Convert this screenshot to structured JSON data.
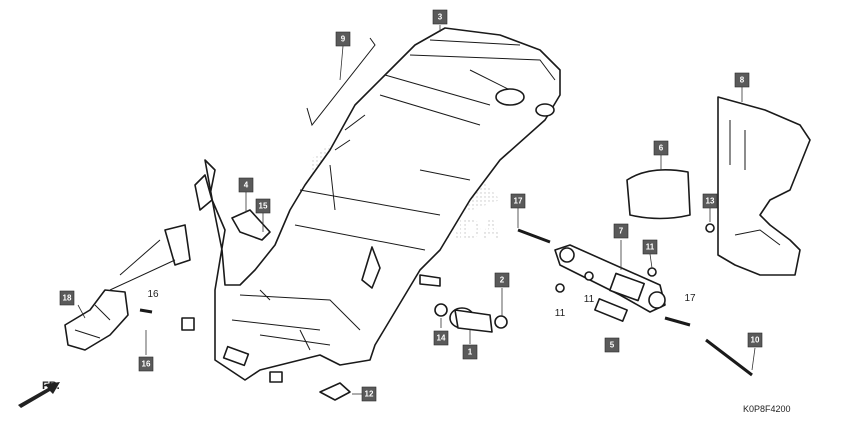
{
  "diagram": {
    "callouts": [
      {
        "id": "c3",
        "label": "3"
      },
      {
        "id": "c9",
        "label": "9"
      },
      {
        "id": "c8",
        "label": "8"
      },
      {
        "id": "c6",
        "label": "6"
      },
      {
        "id": "c4",
        "label": "4"
      },
      {
        "id": "c15",
        "label": "15"
      },
      {
        "id": "c17",
        "label": "17"
      },
      {
        "id": "c13",
        "label": "13"
      },
      {
        "id": "c7",
        "label": "7"
      },
      {
        "id": "c11",
        "label": "11"
      },
      {
        "id": "c2",
        "label": "2"
      },
      {
        "id": "c18",
        "label": "18"
      },
      {
        "id": "c14",
        "label": "14"
      },
      {
        "id": "c1",
        "label": "1"
      },
      {
        "id": "c5",
        "label": "5"
      },
      {
        "id": "c10",
        "label": "10"
      },
      {
        "id": "c16",
        "label": "16"
      },
      {
        "id": "c12",
        "label": "12"
      }
    ],
    "plain_labels": {
      "p16": "16",
      "p11a": "11",
      "p11b": "11",
      "p17": "17"
    },
    "front_indicator": "FR.",
    "diagram_code": "K0P8F4200",
    "watermark": "HONDA"
  }
}
